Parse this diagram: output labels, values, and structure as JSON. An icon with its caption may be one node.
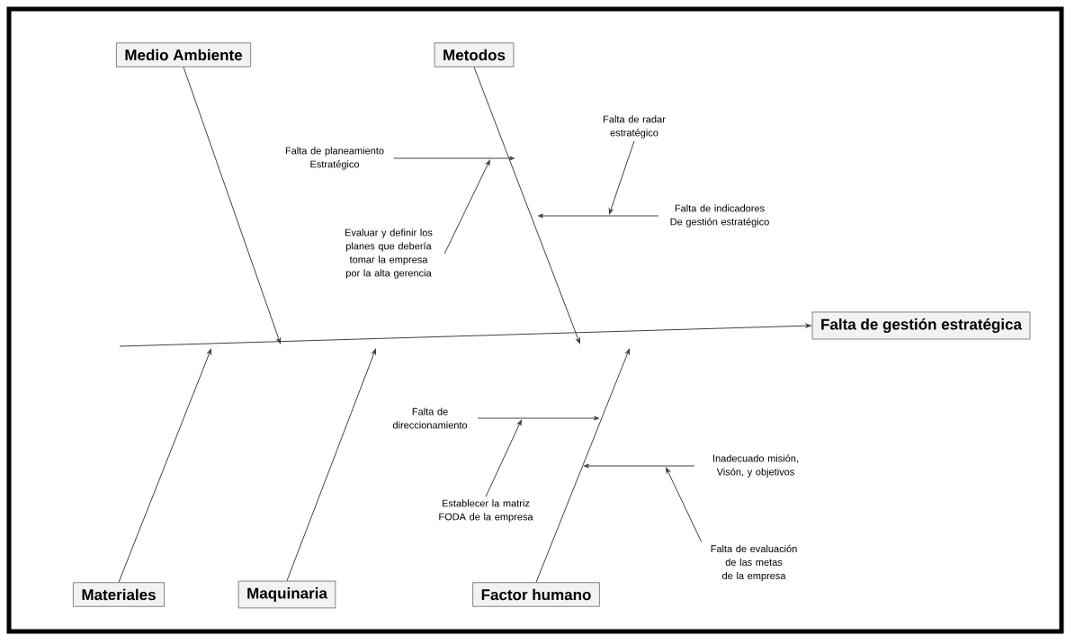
{
  "diagram": {
    "nodes": [
      {
        "text": [
          "Medio Ambiente"
        ]
      },
      {
        "text": [
          "Metodos"
        ]
      },
      {
        "text": [
          "Falta de gestión estratégica"
        ]
      },
      {
        "text": [
          "Materiales"
        ]
      },
      {
        "text": [
          "Maquinaria"
        ]
      },
      {
        "text": [
          "Factor humano"
        ]
      },
      {
        "text": [
          "Falta de planeamiento Estratégico"
        ]
      },
      {
        "text": [
          "Evaluar y definir los planes que debería tomar la empresa por la alta gerencia"
        ]
      },
      {
        "text": [
          "Falta de radar estratégico"
        ]
      },
      {
        "text": [
          "Falta de indicadores De gestión estratégico"
        ]
      },
      {
        "text": [
          "Falta de direccionamiento"
        ]
      },
      {
        "text": [
          "Establecer la matriz FODA de la empresa"
        ]
      },
      {
        "text": [
          "Inadecuado misión, Visón, y objetivos"
        ]
      },
      {
        "text": [
          "Falta de evaluación de las metas de la empresa"
        ]
      }
    ],
    "edges": [
      {
        "from": null,
        "to": 2,
        "arrow": "to"
      },
      {
        "from": 0,
        "to": null,
        "arrow": "to"
      },
      {
        "from": 1,
        "to": null,
        "arrow": "to"
      },
      {
        "from": 3,
        "to": null,
        "arrow": "to"
      },
      {
        "from": 4,
        "to": null,
        "arrow": "to"
      },
      {
        "from": 5,
        "to": null,
        "arrow": "to"
      },
      {
        "from": 6,
        "to": null,
        "arrow": "to"
      },
      {
        "from": 7,
        "to": null,
        "arrow": "to"
      },
      {
        "from": 8,
        "to": null,
        "arrow": "to"
      },
      {
        "from": 9,
        "to": null,
        "arrow": "to"
      },
      {
        "from": 10,
        "to": null,
        "arrow": "to"
      },
      {
        "from": 11,
        "to": null,
        "arrow": "to"
      },
      {
        "from": 12,
        "to": null,
        "arrow": "to"
      },
      {
        "from": 13,
        "to": null,
        "arrow": "to"
      }
    ]
  }
}
